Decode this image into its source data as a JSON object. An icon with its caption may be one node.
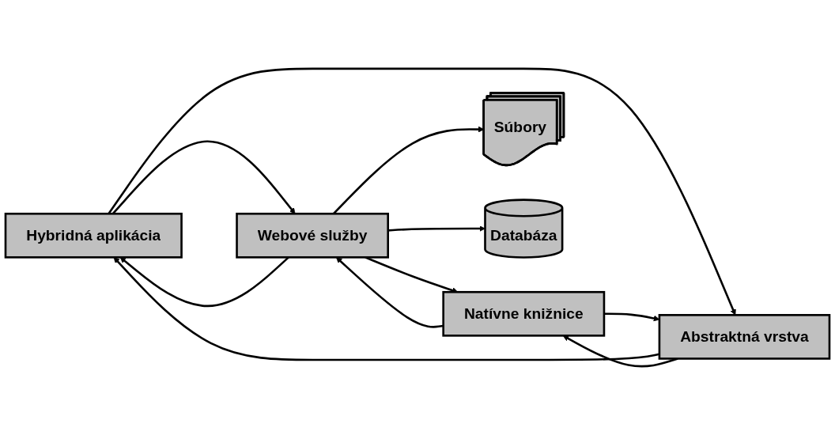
{
  "diagram": {
    "nodes": [
      {
        "text": [
          "Hybridná aplikácia"
        ]
      },
      {
        "text": [
          "Webové služby"
        ]
      },
      {
        "text": [
          "Abstraktná vrstva"
        ]
      },
      {
        "text": [
          "Natívne knižnice"
        ]
      },
      {
        "text": [
          "Súbory"
        ]
      },
      {
        "text": [
          "Databáza"
        ]
      }
    ],
    "edges": [
      {
        "from": 0,
        "to": 1,
        "arrow": "to"
      },
      {
        "from": 1,
        "to": 0,
        "arrow": "to"
      },
      {
        "from": 0,
        "to": 2,
        "arrow": "to"
      },
      {
        "from": 2,
        "to": 0,
        "arrow": "to"
      },
      {
        "from": 2,
        "to": 3,
        "arrow": "to"
      },
      {
        "from": 3,
        "to": 2,
        "arrow": "to"
      },
      {
        "from": 3,
        "to": 1,
        "arrow": "to"
      },
      {
        "from": 1,
        "to": 3,
        "arrow": "to"
      },
      {
        "from": 1,
        "to": 4,
        "arrow": "to"
      },
      {
        "from": 1,
        "to": 5,
        "arrow": "to"
      }
    ]
  }
}
